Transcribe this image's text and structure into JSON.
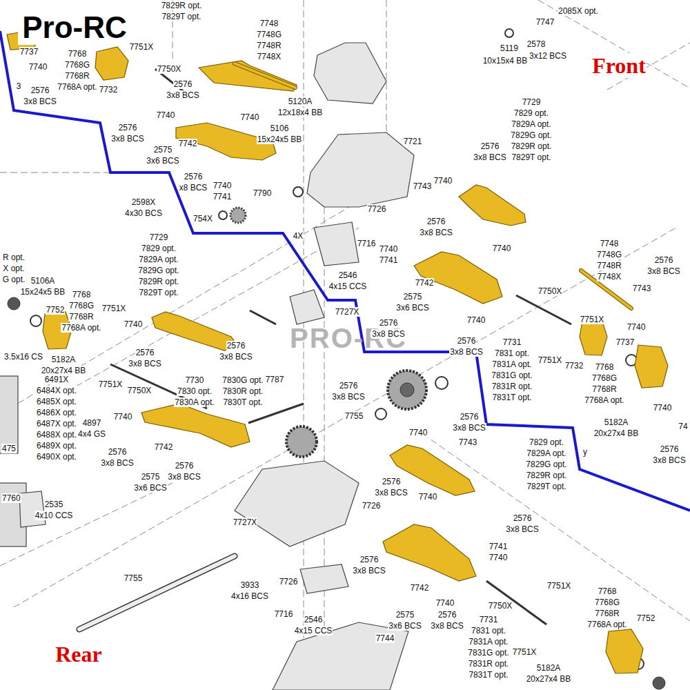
{
  "diagram": {
    "labels": [
      "Pro-RC",
      "7829R opt.",
      "7829T opt.",
      "7748",
      "7748G",
      "7748R",
      "7748X",
      "2085X opt.",
      "7747",
      "5119",
      "10x15x4 BB",
      "2578",
      "3x12 BCS",
      "Front",
      "7737",
      "7740",
      "3",
      "2576",
      "3x8 BCS",
      "7768",
      "7768G",
      "7768R",
      "7768A opt.",
      "7751X",
      "7732",
      "7750X",
      "2576",
      "3x8 BCS",
      "7740",
      "5120A",
      "12x18x4 BB",
      "7740",
      "2576",
      "3x8 BCS",
      "7742",
      "2575",
      "3x6 BCS",
      "5106",
      "15x24x5 BB",
      "7721",
      "2576",
      "x8 BCS",
      "7740",
      "7741",
      "7790",
      "754X",
      "2598X",
      "4x30 BCS",
      "7726",
      "4X",
      "7716",
      "2546",
      "4x15 CCS",
      "7743",
      "7740",
      "2576",
      "3x8 BCS",
      "7729",
      "7829 opt.",
      "7829A opt.",
      "7829G opt.",
      "7829R opt.",
      "7829T opt.",
      "2576",
      "3x8 BCS",
      "7740",
      "7740",
      "7741",
      "7742",
      "2575",
      "3x6 BCS",
      "7740",
      "2576",
      "3x8 BCS",
      "7750X",
      "7731",
      "7831 opt.",
      "7831A opt.",
      "7831G opt.",
      "7831R opt.",
      "7831T opt.",
      "7751X",
      "7748",
      "7748G",
      "7748R",
      "7748X",
      "2576",
      "3x8 BCS",
      "7743",
      "7751X",
      "7740",
      "7737",
      "7732",
      "7768",
      "7768G",
      "7768R",
      "7768A opt.",
      "7740",
      "74",
      "5182A",
      "20x27x4 BB",
      "2576",
      "3x8 BCS",
      "y",
      "PRO-RC",
      "7727X",
      "2576",
      "3x8 BCS",
      "R opt.",
      "X opt.",
      "G opt.",
      "5106A",
      "15x24x5 BB",
      "7768",
      "7768G",
      "7768R",
      "7768A opt.",
      "7752",
      "7751X",
      "7729",
      "7829 opt.",
      "7829A opt.",
      "7829G opt.",
      "7829R opt.",
      "7829T opt.",
      "7740",
      "3.5x16 CS",
      "5182A",
      "20x27x4 BB",
      "2576",
      "3x8 BCS",
      "2576",
      "3x8 BCS",
      "7751X",
      "7750X",
      "7730",
      "7830 opt.",
      "7830A opt.",
      "7830G opt.",
      "7830R opt.",
      "7830T opt.",
      "7787",
      "2576",
      "3x8 BCS",
      "6491X",
      "6484X opt.",
      "6485X opt.",
      "6486X opt.",
      "6487X opt.",
      "6488X opt.",
      "6489X opt.",
      "6490X opt.",
      "4897",
      "4x4 GS",
      "475",
      "7740",
      "2576",
      "3x8 BCS",
      "7742",
      "2576",
      "3x8 BCS",
      "2575",
      "3x6 BCS",
      "7760",
      "2535",
      "4x10 CCS",
      "7727X",
      "7755",
      "3933",
      "4x16 BCS",
      "7726",
      "7716",
      "2546",
      "4x15 CCS",
      "7744",
      "Rear",
      "7755",
      "2576",
      "3x8 BCS",
      "7740",
      "7743",
      "7829 opt.",
      "7829A opt.",
      "7829G opt.",
      "7829R opt.",
      "7829T opt.",
      "2576",
      "3x8 BCS",
      "7740",
      "7726",
      "2576",
      "3x8 BCS",
      "7741",
      "7740",
      "2576",
      "3x8 BCS",
      "7742",
      "7740",
      "2575",
      "3x6 BCS",
      "2576",
      "3x8 BCS",
      "7750X",
      "7731",
      "7831 opt.",
      "7831A opt.",
      "7831G opt.",
      "7831R opt.",
      "7831T opt.",
      "7751X",
      "7768",
      "7768G",
      "7768R",
      "7768A opt.",
      "7752",
      "7751X",
      "5182A",
      "20x27x4 BB"
    ]
  }
}
